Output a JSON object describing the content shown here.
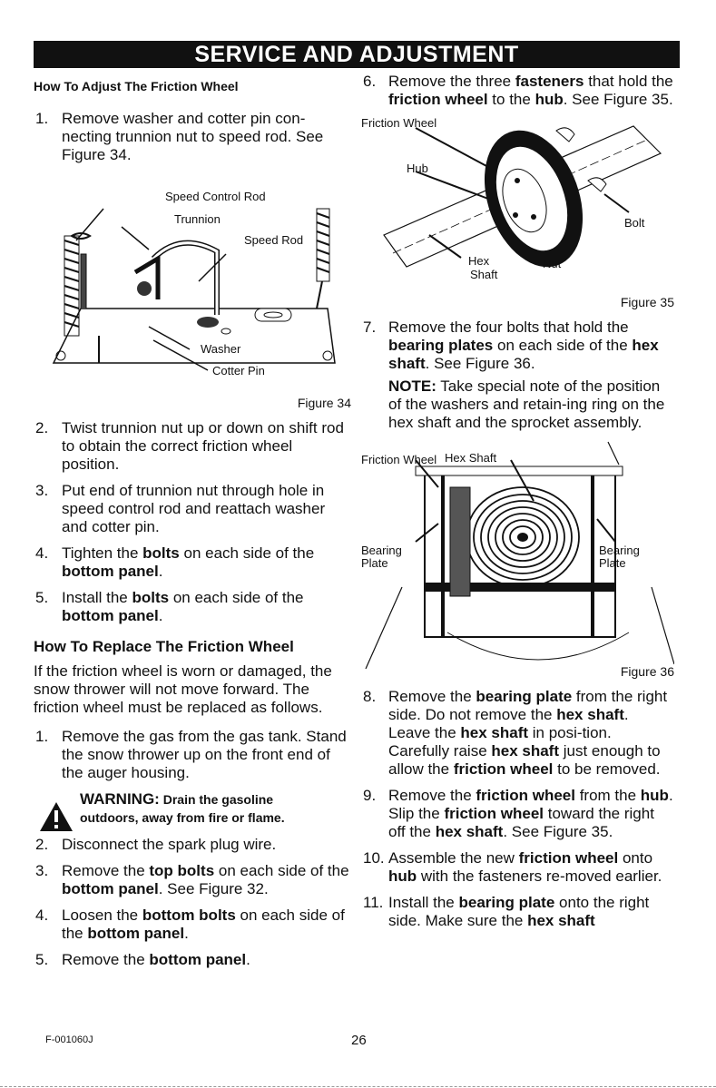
{
  "banner": "SERVICE AND ADJUSTMENT",
  "left": {
    "heading1": "How To Adjust The Friction Wheel",
    "step1": {
      "num": "1.",
      "text": "Remove washer and cotter pin con-necting trunnion nut to speed rod. See Figure 34."
    },
    "fig34": {
      "labels": [
        "Speed Control Rod",
        "Trunnion",
        "Speed Rod",
        "Washer",
        "Cotter Pin"
      ],
      "caption": "Figure 34"
    },
    "step2": {
      "num": "2.",
      "text": "Twist trunnion nut up or down on shift rod to obtain the correct friction wheel position."
    },
    "step3": {
      "num": "3.",
      "text": "Put end of trunnion nut through hole in speed control rod and reattach washer and cotter pin."
    },
    "step4": {
      "num": "4.",
      "pre": "Tighten the ",
      "b1": "bolts",
      "mid": " on each side of the ",
      "b2": "bottom panel",
      "post": "."
    },
    "step5": {
      "num": "5.",
      "pre": "Install the ",
      "b1": "bolts",
      "mid": " on each side of the ",
      "b2": "bottom panel",
      "post": "."
    },
    "heading2": "How To Replace The Friction Wheel",
    "intro": "If the friction wheel is worn or damaged, the snow thrower will not move forward. The friction wheel must be replaced as follows.",
    "r1": {
      "num": "1.",
      "text": "Remove the gas from the gas tank. Stand the snow thrower up on the front end of the auger housing."
    },
    "warning": {
      "title": "WARNING:",
      "text1": " Drain the gasoline",
      "text2": "outdoors, away from fire or flame."
    },
    "r2": {
      "num": "2.",
      "text": "Disconnect the spark plug wire."
    },
    "r3": {
      "num": "3.",
      "pre": "Remove the ",
      "b1": "top bolts",
      "mid": " on each side of the ",
      "b2": "bottom panel",
      "post": ". See Figure 32."
    },
    "r4": {
      "num": "4.",
      "pre": "Loosen the ",
      "b1": "bottom bolts",
      "mid": " on each side of the ",
      "b2": "bottom panel",
      "post": "."
    },
    "r5": {
      "num": "5.",
      "pre": "Remove the ",
      "b1": "bottom panel",
      "post": "."
    }
  },
  "right": {
    "s6": {
      "num": "6.",
      "pre": "Remove the three ",
      "b1": "fasteners",
      "mid": " that hold the ",
      "b2": "friction wheel",
      "mid2": " to the ",
      "b3": "hub",
      "post": ". See Figure 35."
    },
    "fig35": {
      "labels": [
        "Friction Wheel",
        "Hub",
        "Bolt",
        "Hex",
        "Shaft",
        "Nut"
      ],
      "caption": "Figure 35"
    },
    "s7": {
      "num": "7.",
      "pre": "Remove the four bolts that hold the ",
      "b1": "bearing plates",
      "mid": " on each side of the ",
      "b2": "hex shaft",
      "post": ". See Figure 36."
    },
    "note": {
      "label": "NOTE:",
      "text": " Take special note of the position of the washers and retain-ing ring on the hex shaft and the sprocket assembly."
    },
    "fig36": {
      "labels": [
        "Friction Wheel",
        "Hex Shaft",
        "Bearing",
        "Plate",
        "Bearing",
        "Plate"
      ],
      "caption": "Figure 36"
    },
    "s8": {
      "num": "8.",
      "pre": "Remove the ",
      "b1": "bearing plate",
      "mid": " from the right side. Do not remove the ",
      "b2": "hex shaft",
      "mid2": ". Leave the ",
      "b3": "hex shaft",
      "mid3": " in posi-tion. Carefully raise ",
      "b4": "hex shaft",
      "mid4": " just enough to allow the ",
      "b5": "friction wheel",
      "post": " to be removed."
    },
    "s9": {
      "num": "9.",
      "pre": "Remove the ",
      "b1": "friction wheel",
      "mid": " from the ",
      "b2": "hub",
      "mid2": ". Slip the ",
      "b3": "friction wheel",
      "mid3": " toward the right off the ",
      "b4": "hex shaft",
      "post": ". See Figure 35."
    },
    "s10": {
      "num": "10.",
      "pre": "Assemble the new ",
      "b1": "friction wheel",
      "mid": " onto ",
      "b2": "hub",
      "post": " with the fasteners re-moved earlier."
    },
    "s11": {
      "num": "11.",
      "pre": "Install the ",
      "b1": "bearing plate",
      "mid": " onto the right side. Make sure the ",
      "b2": "hex shaft",
      "post": ""
    }
  },
  "footer": {
    "code": "F-001060J",
    "page": "26"
  }
}
